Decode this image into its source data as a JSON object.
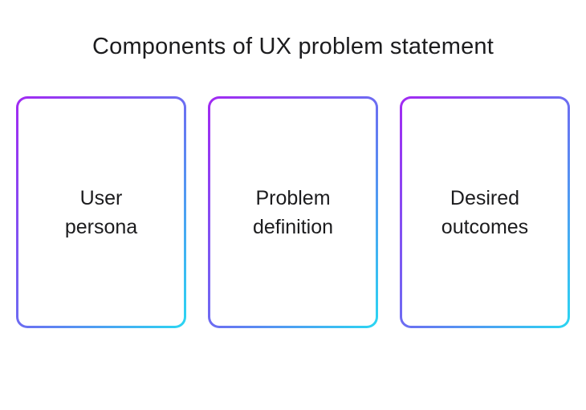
{
  "title": "Components of UX problem statement",
  "colors": {
    "gradient_start": "#a229f2",
    "gradient_mid": "#6d6cf2",
    "gradient_end": "#2ad7f2",
    "text": "#1c1c1e",
    "background": "#ffffff"
  },
  "cards": [
    {
      "label": "User\npersona"
    },
    {
      "label": "Problem\ndefinition"
    },
    {
      "label": "Desired\noutcomes"
    }
  ]
}
